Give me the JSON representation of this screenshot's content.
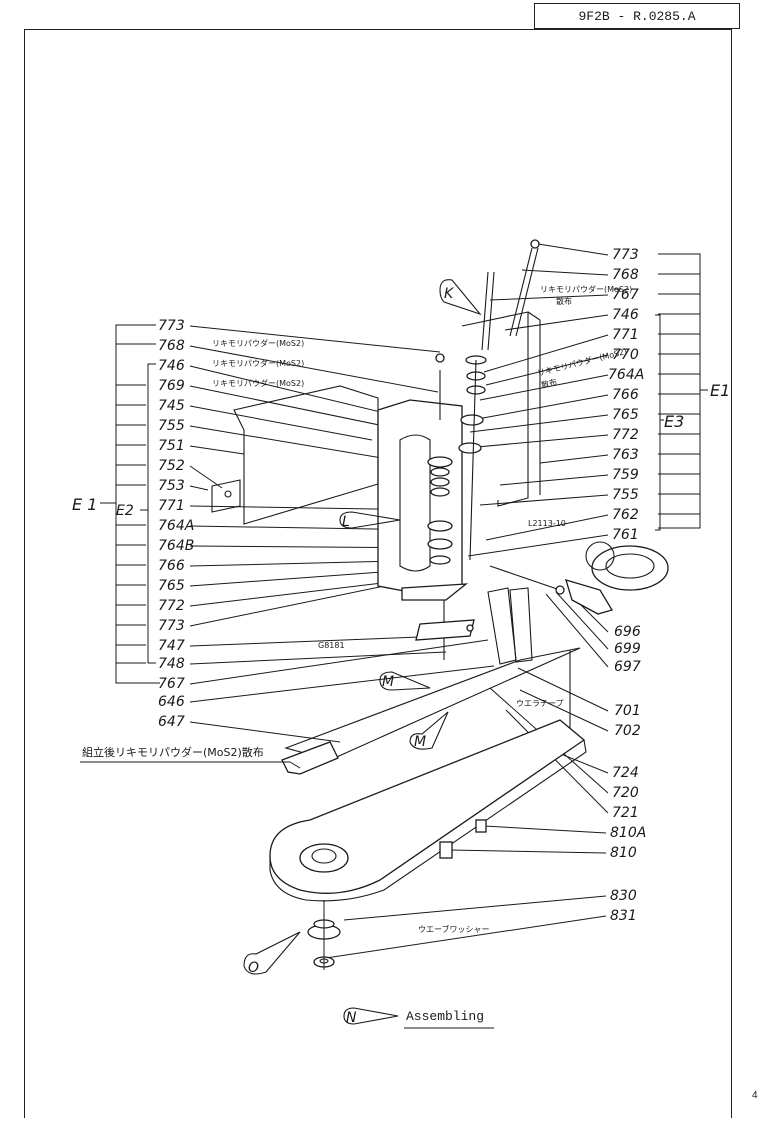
{
  "header": {
    "doc_code": "9F2B - R.0285.A"
  },
  "page_number": "4",
  "view_labels": {
    "k": "K",
    "l": "L",
    "m1": "M",
    "m2": "M",
    "n": "N",
    "o": "O"
  },
  "caption": {
    "text": "Assembling"
  },
  "groups": {
    "e1_right": "E1",
    "e1_left": "E 1",
    "e2": "E2",
    "e3": "E3"
  },
  "notes": {
    "lub_top1": "リキモリパウダー(MoS2)",
    "lub_top2": "散布",
    "lub_mid1": "リキモリパウダー(MoS2)",
    "lub_mid2": "散布",
    "lub_l768": "リキモリパウダー(MoS2)",
    "lub_l746": "リキモリパウダー(MoS2)",
    "lub_l769": "リキモリパウダー(MoS2)",
    "assy_note": "組立後リキモリパウダー(MoS2)散布",
    "l_code": "L2113-10",
    "g_code": "G8181",
    "tape_note": "ウエラテープ",
    "wave_washer": "ウエーブワッシャー"
  },
  "right_labels": [
    "773",
    "768",
    "767",
    "746",
    "771",
    "770",
    "764A",
    "766",
    "765",
    "772",
    "763",
    "759",
    "755",
    "762",
    "761"
  ],
  "left_labels": [
    "773",
    "768",
    "746",
    "769",
    "745",
    "755",
    "751",
    "752",
    "753",
    "771",
    "764A",
    "764B",
    "766",
    "765",
    "772",
    "773",
    "747",
    "748",
    "767",
    "646",
    "647"
  ],
  "lower_right_labels": [
    "696",
    "699",
    "697",
    "701",
    "702",
    "724",
    "720",
    "721",
    "810A",
    "810",
    "830",
    "831"
  ]
}
